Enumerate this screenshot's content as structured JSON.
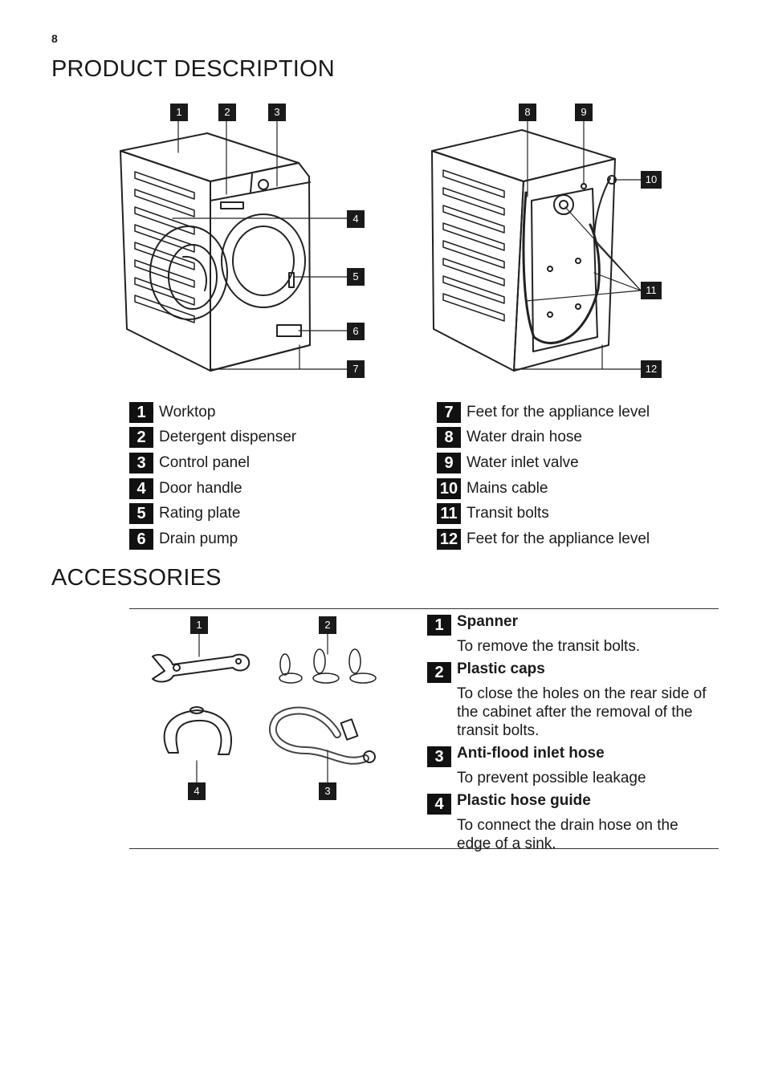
{
  "page_number": "8",
  "product_description": {
    "title": "PRODUCT DESCRIPTION",
    "front_callouts": [
      "1",
      "2",
      "3",
      "4",
      "5",
      "6",
      "7"
    ],
    "rear_callouts": [
      "8",
      "9",
      "10",
      "11",
      "12"
    ],
    "legend_left": [
      {
        "num": "1",
        "label": "Worktop"
      },
      {
        "num": "2",
        "label": "Detergent dispenser"
      },
      {
        "num": "3",
        "label": "Control panel"
      },
      {
        "num": "4",
        "label": "Door handle"
      },
      {
        "num": "5",
        "label": "Rating plate"
      },
      {
        "num": "6",
        "label": "Drain pump"
      }
    ],
    "legend_right": [
      {
        "num": "7",
        "label": "Feet for the appliance level"
      },
      {
        "num": "8",
        "label": "Water drain hose"
      },
      {
        "num": "9",
        "label": "Water inlet valve"
      },
      {
        "num": "10",
        "label": "Mains cable"
      },
      {
        "num": "11",
        "label": "Transit bolts"
      },
      {
        "num": "12",
        "label": "Feet for the appliance level"
      }
    ]
  },
  "accessories": {
    "title": "ACCESSORIES",
    "figure_callouts": [
      "1",
      "2",
      "4",
      "3"
    ],
    "items": [
      {
        "num": "1",
        "name": "Spanner",
        "desc": "To remove the transit bolts."
      },
      {
        "num": "2",
        "name": "Plastic caps",
        "desc": "To close the holes on the rear side of the cabinet after the removal of the transit bolts."
      },
      {
        "num": "3",
        "name": "Anti-flood inlet hose",
        "desc": "To prevent possible leakage"
      },
      {
        "num": "4",
        "name": "Plastic hose guide",
        "desc": "To connect the drain hose on the edge of a sink."
      }
    ]
  }
}
